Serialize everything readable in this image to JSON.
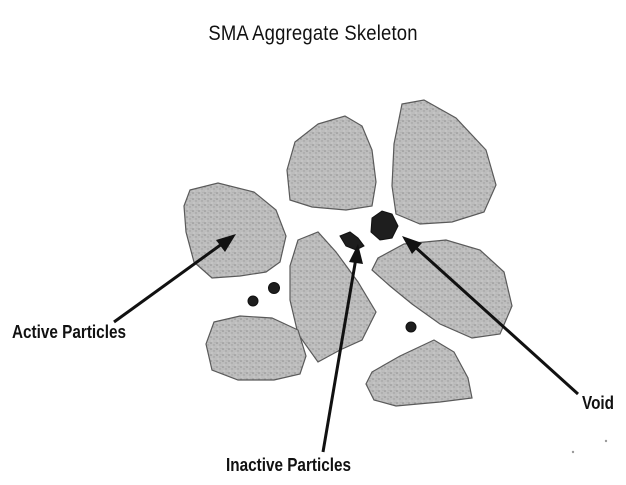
{
  "title": "SMA Aggregate Skeleton",
  "labels": {
    "active": "Active Particles",
    "inactive": "Inactive Particles",
    "void": "Void"
  },
  "colors": {
    "particle_fill": "#b8b8b8",
    "particle_outline": "#5a5a5a",
    "void_fill": "#1e1e1e",
    "arrow": "#111111",
    "background": "#ffffff"
  }
}
